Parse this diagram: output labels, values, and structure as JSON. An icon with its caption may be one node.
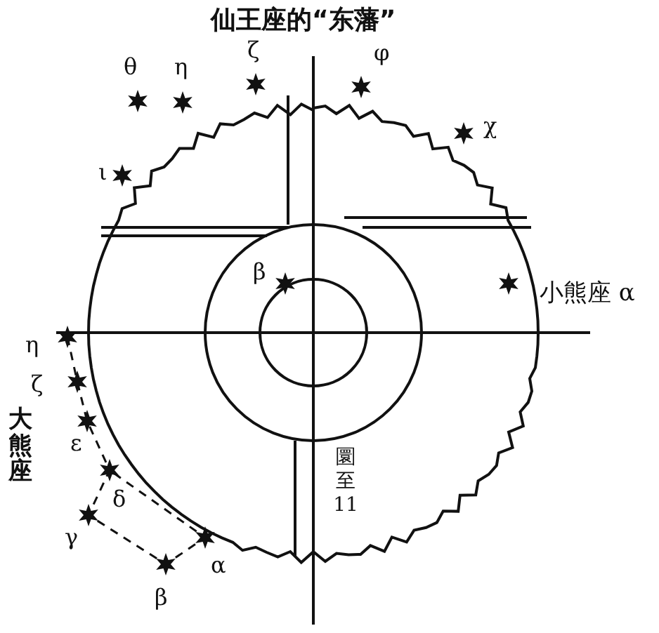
{
  "diagram": {
    "title": "仙王座的“东藩”",
    "labels": [
      "θ",
      "η",
      "ζ",
      "φ",
      "χ",
      "ι",
      "β",
      "小熊座 α",
      "η",
      "ζ",
      "大熊座",
      "ε",
      "δ",
      "γ",
      "α",
      "β",
      "圜至11"
    ]
  }
}
